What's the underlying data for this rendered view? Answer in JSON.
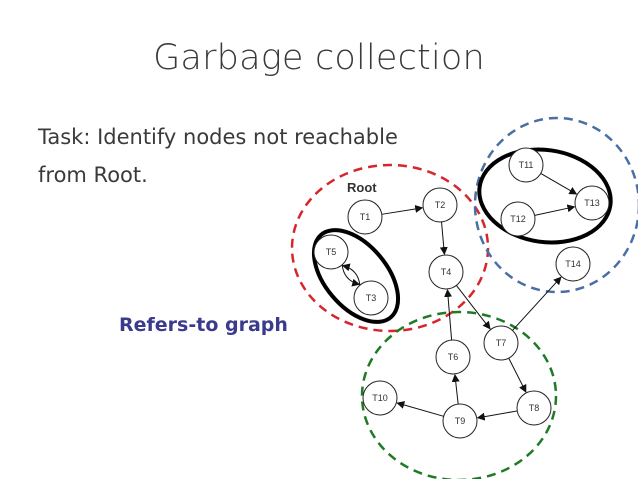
{
  "title": "Garbage collection",
  "task": {
    "line1": "Task: Identify nodes not reachable",
    "line2": "from Root."
  },
  "graph_label": "Refers-to graph",
  "root_label": "Root",
  "colors": {
    "red_region": "#d7262b",
    "green_region": "#1f7a25",
    "blue_region": "#4a6fa5",
    "cycle_outline": "#000000",
    "node_fill": "#ffffff",
    "node_stroke": "#222222"
  },
  "nodes": [
    {
      "id": "T1",
      "label": "T1"
    },
    {
      "id": "T2",
      "label": "T2"
    },
    {
      "id": "T3",
      "label": "T3"
    },
    {
      "id": "T4",
      "label": "T4"
    },
    {
      "id": "T5",
      "label": "T5"
    },
    {
      "id": "T6",
      "label": "T6"
    },
    {
      "id": "T7",
      "label": "T7"
    },
    {
      "id": "T8",
      "label": "T8"
    },
    {
      "id": "T9",
      "label": "T9"
    },
    {
      "id": "T10",
      "label": "T10"
    },
    {
      "id": "T11",
      "label": "T11"
    },
    {
      "id": "T12",
      "label": "T12"
    },
    {
      "id": "T13",
      "label": "T13"
    },
    {
      "id": "T14",
      "label": "T14"
    }
  ],
  "edges": [
    {
      "from": "T1",
      "to": "T2"
    },
    {
      "from": "T2",
      "to": "T4"
    },
    {
      "from": "T4",
      "to": "T7"
    },
    {
      "from": "T7",
      "to": "T8"
    },
    {
      "from": "T7",
      "to": "T14"
    },
    {
      "from": "T8",
      "to": "T9"
    },
    {
      "from": "T9",
      "to": "T6"
    },
    {
      "from": "T9",
      "to": "T10"
    },
    {
      "from": "T6",
      "to": "T4"
    },
    {
      "from": "T11",
      "to": "T13"
    },
    {
      "from": "T12",
      "to": "T13"
    },
    {
      "from": "T5",
      "to": "T3"
    },
    {
      "from": "T3",
      "to": "T5"
    }
  ]
}
